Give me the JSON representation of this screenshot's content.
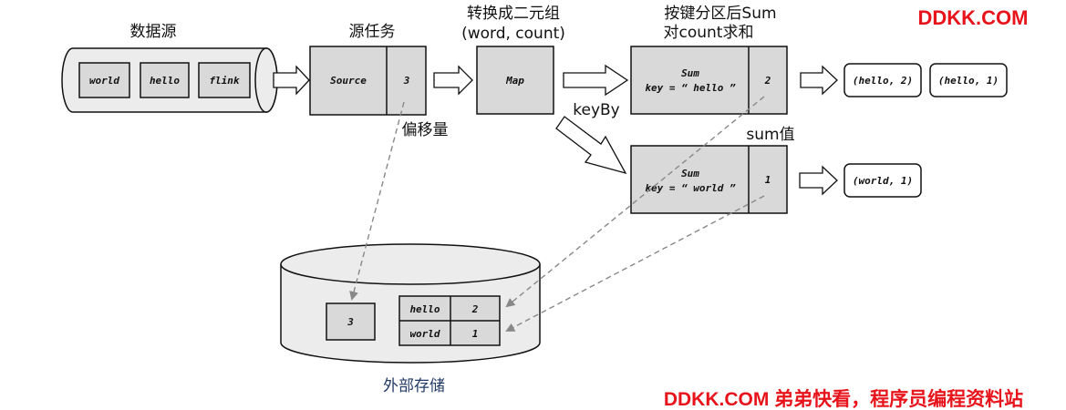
{
  "watermark_top": "DDKK.COM",
  "watermark_bottom": "DDKK.COM 弟弟快看，程序员编程资料站",
  "labels": {
    "source_data": "数据源",
    "source_task": "源任务",
    "map_title_1": "转换成二元组",
    "map_title_2": "(word, count)",
    "sum_title_1": "按键分区后Sum",
    "sum_title_2": "对count求和",
    "offset": "偏移量",
    "keyby": "keyBy",
    "sum_value": "sum值",
    "external_storage": "外部存储"
  },
  "data_source_items": [
    "world",
    "hello",
    "flink"
  ],
  "source_box": {
    "name": "Source",
    "offset": "3"
  },
  "map_box": {
    "name": "Map"
  },
  "sum_hello": {
    "name": "Sum",
    "key": "key = “ hello ”",
    "value": "2"
  },
  "sum_world": {
    "name": "Sum",
    "key": "key = “ world ”",
    "value": "1"
  },
  "outputs_hello": [
    "(hello, 2)",
    "(hello, 1)"
  ],
  "outputs_world": [
    "(world, 1)"
  ],
  "storage": {
    "offset": "3",
    "rows": [
      {
        "key": "hello",
        "value": "2"
      },
      {
        "key": "world",
        "value": "1"
      }
    ]
  }
}
